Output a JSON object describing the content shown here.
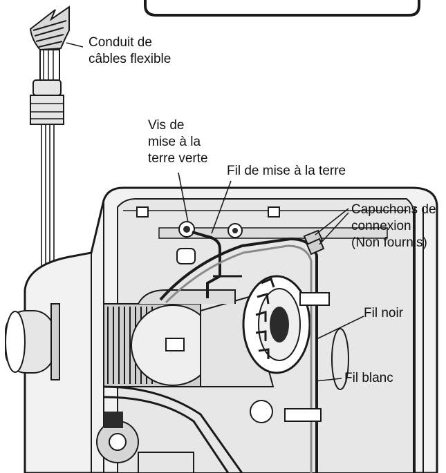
{
  "labels": {
    "conduit": "Conduit de\ncâbles flexible",
    "ground_screw": "Vis de\nmise à la\nterre verte",
    "ground_wire": "Fil de mise à la terre",
    "wire_caps": "Capuchons de\nconnexion\n(Non fournis)",
    "black_wire": "Fil noir",
    "white_wire": "Fil blanc"
  },
  "colors": {
    "line": "#1a1a1a",
    "housing": "#f2f2f2",
    "shade": "#bdbdbd",
    "dark": "#2b2b2b"
  }
}
